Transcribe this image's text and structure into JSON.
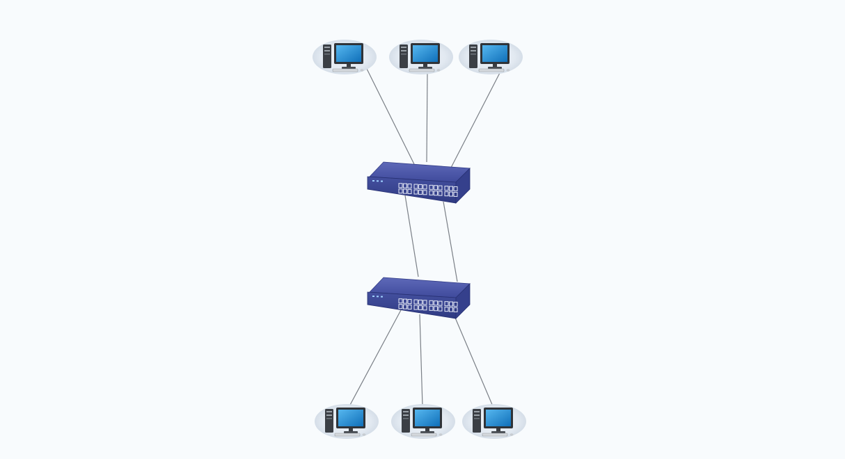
{
  "diagram": {
    "nodes": [
      {
        "id": "pc-top-1",
        "type": "computer"
      },
      {
        "id": "pc-top-2",
        "type": "computer"
      },
      {
        "id": "pc-top-3",
        "type": "computer"
      },
      {
        "id": "switch-top",
        "type": "switch"
      },
      {
        "id": "switch-bottom",
        "type": "switch"
      },
      {
        "id": "pc-bottom-1",
        "type": "computer"
      },
      {
        "id": "pc-bottom-2",
        "type": "computer"
      },
      {
        "id": "pc-bottom-3",
        "type": "computer"
      }
    ],
    "links": [
      {
        "from": "pc-top-1",
        "to": "switch-top"
      },
      {
        "from": "pc-top-2",
        "to": "switch-top"
      },
      {
        "from": "pc-top-3",
        "to": "switch-top"
      },
      {
        "from": "switch-top",
        "to": "switch-bottom"
      },
      {
        "from": "switch-top",
        "to": "switch-bottom"
      },
      {
        "from": "switch-bottom",
        "to": "pc-bottom-1"
      },
      {
        "from": "switch-bottom",
        "to": "pc-bottom-2"
      },
      {
        "from": "switch-bottom",
        "to": "pc-bottom-3"
      }
    ],
    "colors": {
      "background": "#f8fbfd",
      "link": "#7a7f86",
      "switch_top": "#4a56a8",
      "switch_front": "#3a4592",
      "monitor_screen": "#1c8fd6",
      "computer_halo": "#dfe7ef"
    }
  }
}
